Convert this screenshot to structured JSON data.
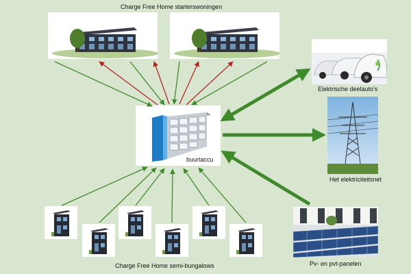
{
  "labels": {
    "top_title": "Charge Free Home starterswoningen",
    "battery": "buurtaccu",
    "cars": "Elektrische deelauto's",
    "grid": "Het elektriciteitsnet",
    "panels": "Pv- en pvt-panelen",
    "bottom_title": "Charge Free Home semi-bungalows"
  },
  "colors": {
    "background": "#d9e6cf",
    "supply_arrow": "#3f8a2b",
    "return_arrow": "#b3261e",
    "battery_body": "#2e8fd6",
    "solar_blue": "#2a4f86"
  },
  "icons": {
    "row_houses": "row-houses-icon",
    "battery_rack": "battery-rack-icon",
    "ev": "electric-car-icon",
    "pylon": "power-pylon-icon",
    "solar": "solar-panel-icon",
    "bungalow": "bungalow-icon"
  }
}
